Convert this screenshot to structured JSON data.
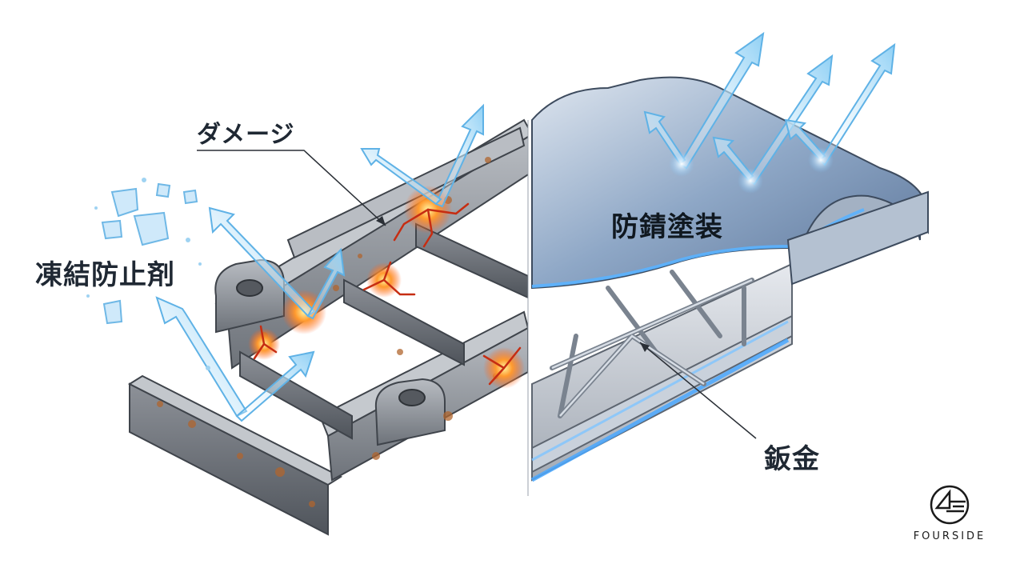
{
  "labels": {
    "damage": "ダメージ",
    "antifreeze": "凍結防止剤",
    "coating": "防錆塗装",
    "sheet_metal": "鈑金"
  },
  "logo": {
    "text": "FOURSIDE",
    "icon": "fourside-logo-icon"
  },
  "colors": {
    "frame": "#8a8f96",
    "rust": "#b0652e",
    "crack": "#e2461f",
    "ice": "#9fd3f2",
    "coating": "#6f8fb8",
    "glow": "#4aa8ff",
    "text": "#1f2833"
  }
}
